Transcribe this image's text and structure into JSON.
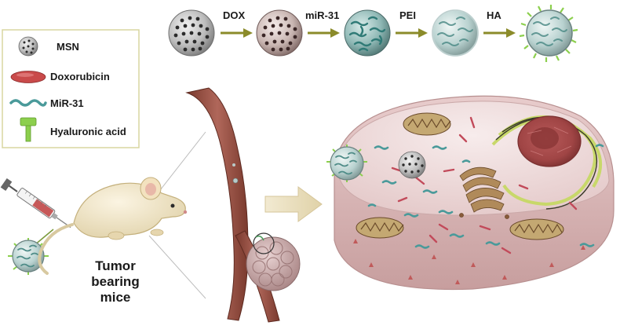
{
  "process": {
    "steps": [
      "DOX",
      "miR-31",
      "PEI",
      "HA"
    ]
  },
  "legend": {
    "items": [
      {
        "label": "MSN",
        "icon": "msn-sphere-icon"
      },
      {
        "label": "Doxorubicin",
        "icon": "doxorubicin-ellipse-icon"
      },
      {
        "label": "MiR-31",
        "icon": "mir31-strand-icon"
      },
      {
        "label": "Hyaluronic acid",
        "icon": "hyaluronic-acid-icon"
      }
    ]
  },
  "mouse": {
    "caption_lines": [
      "Tumor",
      "bearing",
      "mice"
    ]
  },
  "colors": {
    "arrow": "#8b8b2a",
    "msn_gray": "#b5b5b5",
    "dox_red": "#c94a4a",
    "mir_teal": "#4a9a9a",
    "ha_green": "#8ccf4d",
    "vessel": "#8a4a3c",
    "cell_membrane": "#d9b3b3",
    "nucleus": "#a84a4a"
  }
}
